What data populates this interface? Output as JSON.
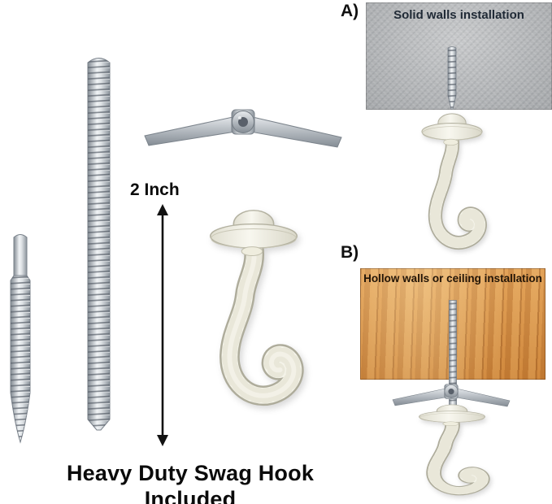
{
  "measurement": {
    "label": "2 Inch"
  },
  "panels": {
    "a": {
      "label": "A)",
      "caption": "Solid walls installation"
    },
    "b": {
      "label": "B)",
      "caption": "Hollow walls or ceiling installation"
    }
  },
  "title": {
    "line1": "Heavy Duty Swag Hook",
    "line2": "Included"
  },
  "depicted_items": [
    "wood screw",
    "fully threaded bolt",
    "spring toggle wings anchor",
    "ornate white swag hook with ceiling plate",
    "swag hook installed into solid wall with screw",
    "swag hook installed into hollow wall or ceiling with toggle bolt"
  ],
  "colors": {
    "background": "#ffffff",
    "hook_cream": "#f4f3e9",
    "metal_silver": "#c9ced4",
    "wall_gray": "#b8babc",
    "wood_tan": "#d2913f",
    "text_dark": "#0b0b0b"
  }
}
